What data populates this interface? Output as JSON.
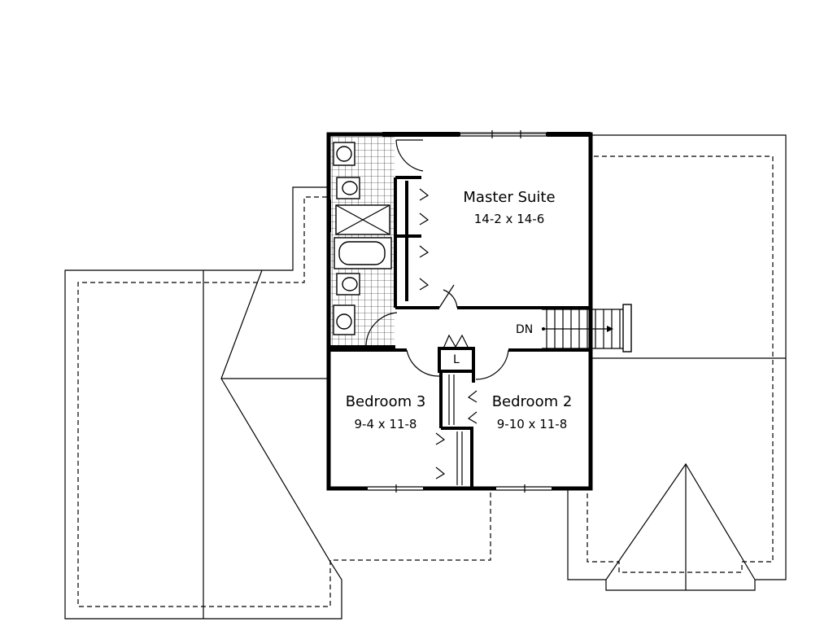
{
  "rooms": [
    {
      "name": "Master Suite",
      "dims": "14-2 x 14-6"
    },
    {
      "name": "Bedroom 3",
      "dims": "9-4 x 11-8"
    },
    {
      "name": "Bedroom 2",
      "dims": "9-10 x 11-8"
    }
  ],
  "labels": {
    "stair": "DN",
    "linen": "L"
  }
}
